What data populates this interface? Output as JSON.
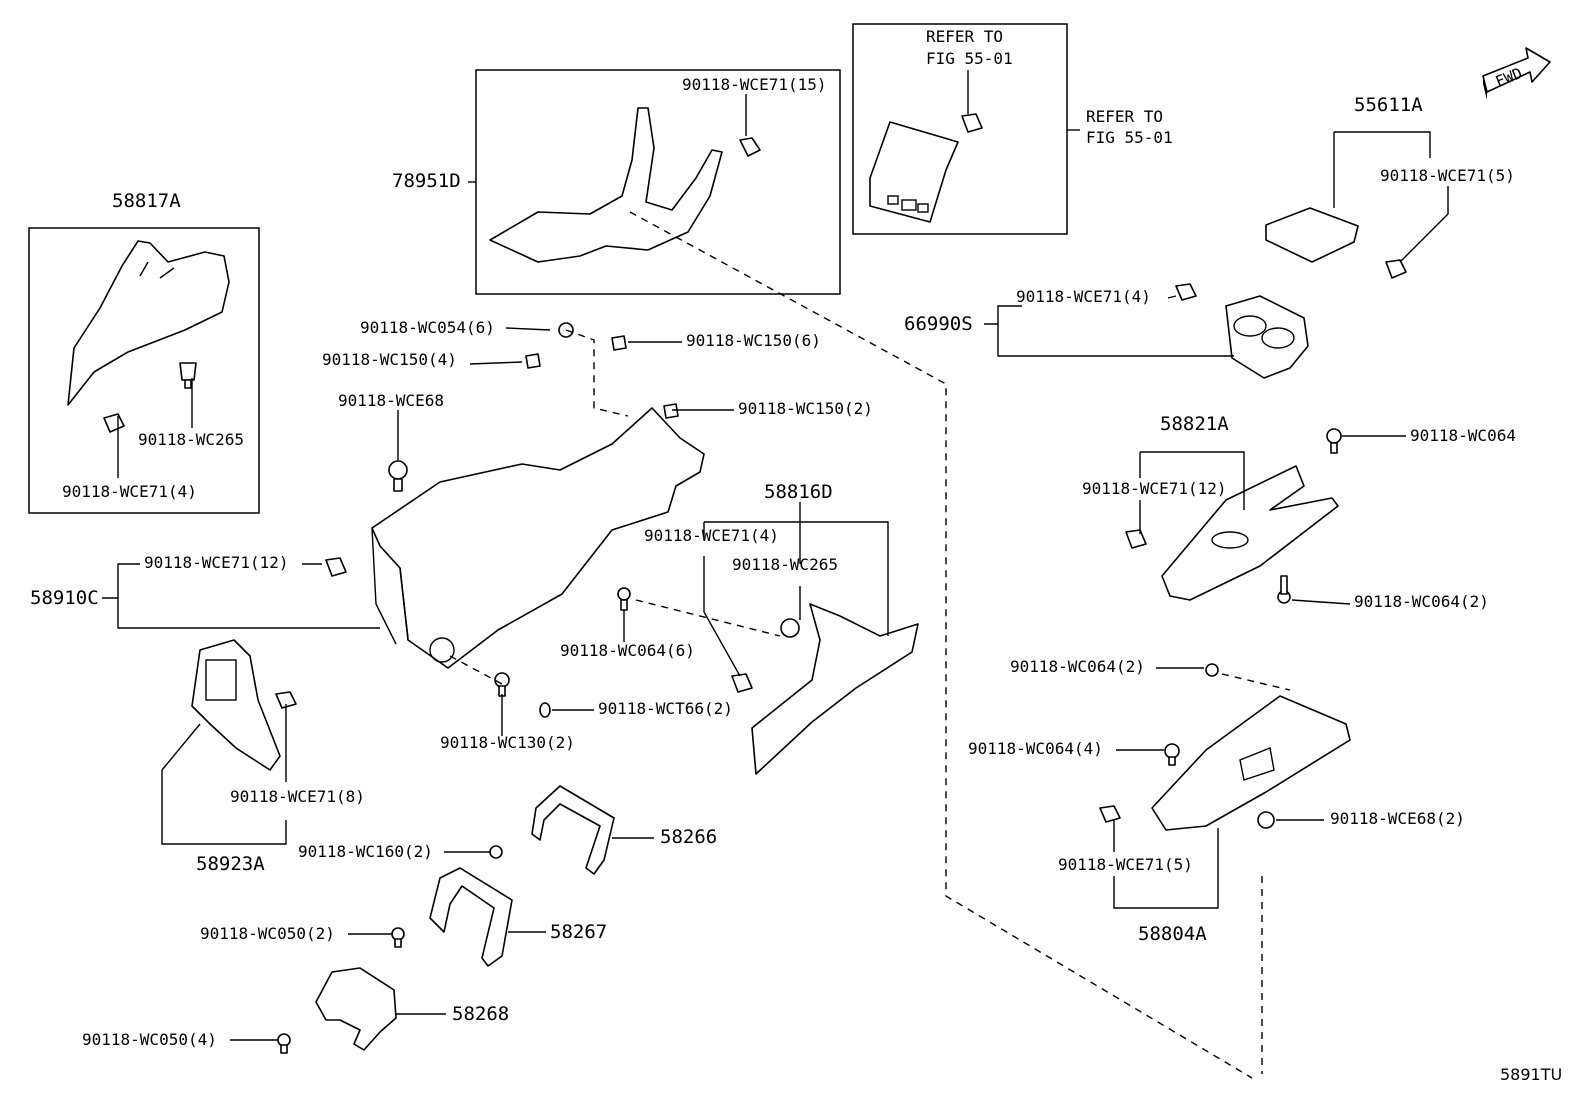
{
  "diagram_code": "5891TU",
  "fwd_label": "FWD",
  "refer": {
    "line1": "REFER TO",
    "line2": "FIG 55-01"
  },
  "labels": {
    "p58817A": "58817A",
    "p78951D": "78951D",
    "p55611A": "55611A",
    "p66990S": "66990S",
    "p58821A": "58821A",
    "p58816D": "58816D",
    "p58910C": "58910C",
    "p58923A": "58923A",
    "p58804A": "58804A",
    "p58266": "58266",
    "p58267": "58267",
    "p58268": "58268",
    "wce71_15": "90118-WCE71(15)",
    "wce71_5_top": "90118-WCE71(5)",
    "wce71_4_top": "90118-WCE71(4)",
    "wc054_6": "90118-WC054(6)",
    "wc150_6": "90118-WC150(6)",
    "wc150_4": "90118-WC150(4)",
    "wce68": "90118-WCE68",
    "wc150_2": "90118-WC150(2)",
    "wc265_left": "90118-WC265",
    "wce71_4_left": "90118-WCE71(4)",
    "wc064": "90118-WC064",
    "wce71_12_right": "90118-WCE71(12)",
    "wce71_4_mid": "90118-WCE71(4)",
    "wc265_mid": "90118-WC265",
    "wc064_2_right": "90118-WC064(2)",
    "wce71_12_left": "90118-WCE71(12)",
    "wc064_6": "90118-WC064(6)",
    "wc064_2_lower": "90118-WC064(2)",
    "wct66_2": "90118-WCT66(2)",
    "wc130_2": "90118-WC130(2)",
    "wc064_4": "90118-WC064(4)",
    "wce71_8": "90118-WCE71(8)",
    "wce68_2": "90118-WCE68(2)",
    "wc160_2": "90118-WC160(2)",
    "wce71_5_lower": "90118-WCE71(5)",
    "wc050_2": "90118-WC050(2)",
    "wc050_4": "90118-WC050(4)"
  }
}
